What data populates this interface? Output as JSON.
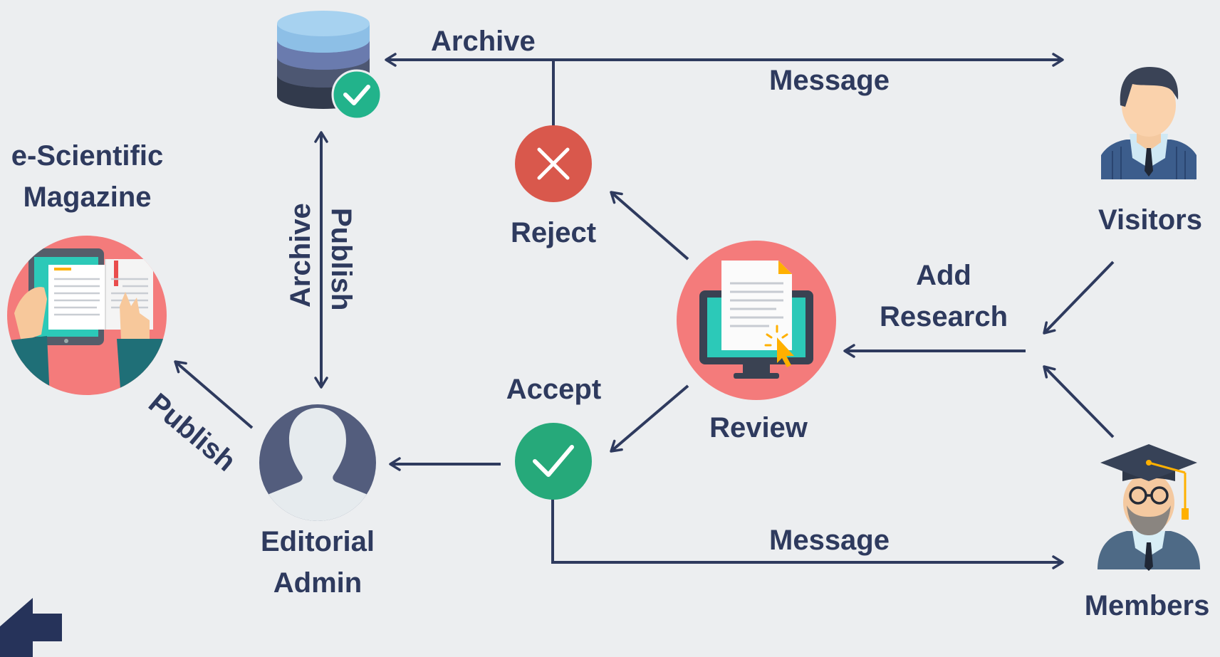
{
  "nodes": {
    "magazine": {
      "line1": "e-Scientific",
      "line2": "Magazine"
    },
    "editorial": {
      "line1": "Editorial",
      "line2": "Admin"
    },
    "reject": "Reject",
    "accept": "Accept",
    "review": "Review",
    "visitors": "Visitors",
    "members": "Members"
  },
  "edges": {
    "archive_top": "Archive",
    "message_top": "Message",
    "message_bottom": "Message",
    "archive_vertical": "Archive",
    "publish_vertical": "Publish",
    "publish_diagonal": "Publish",
    "add_research": {
      "line1": "Add",
      "line2": "Research"
    }
  },
  "icons": {
    "database": "database-icon",
    "check_badge": "check-badge-icon",
    "reject": "close-icon",
    "accept": "checkmark-icon",
    "review": "monitor-document-icon",
    "magazine": "tablet-magazine-icon",
    "editorial": "user-silhouette-icon",
    "visitors": "businessman-icon",
    "members": "graduate-icon",
    "back": "back-arrow-icon"
  },
  "colors": {
    "text": "#2e3a5e",
    "arrow": "#2e3a5e",
    "reject": "#d9584c",
    "accept": "#26a97a",
    "accent_pink": "#f47b7b",
    "avatar": "#535d7d",
    "background": "#eceef0"
  }
}
